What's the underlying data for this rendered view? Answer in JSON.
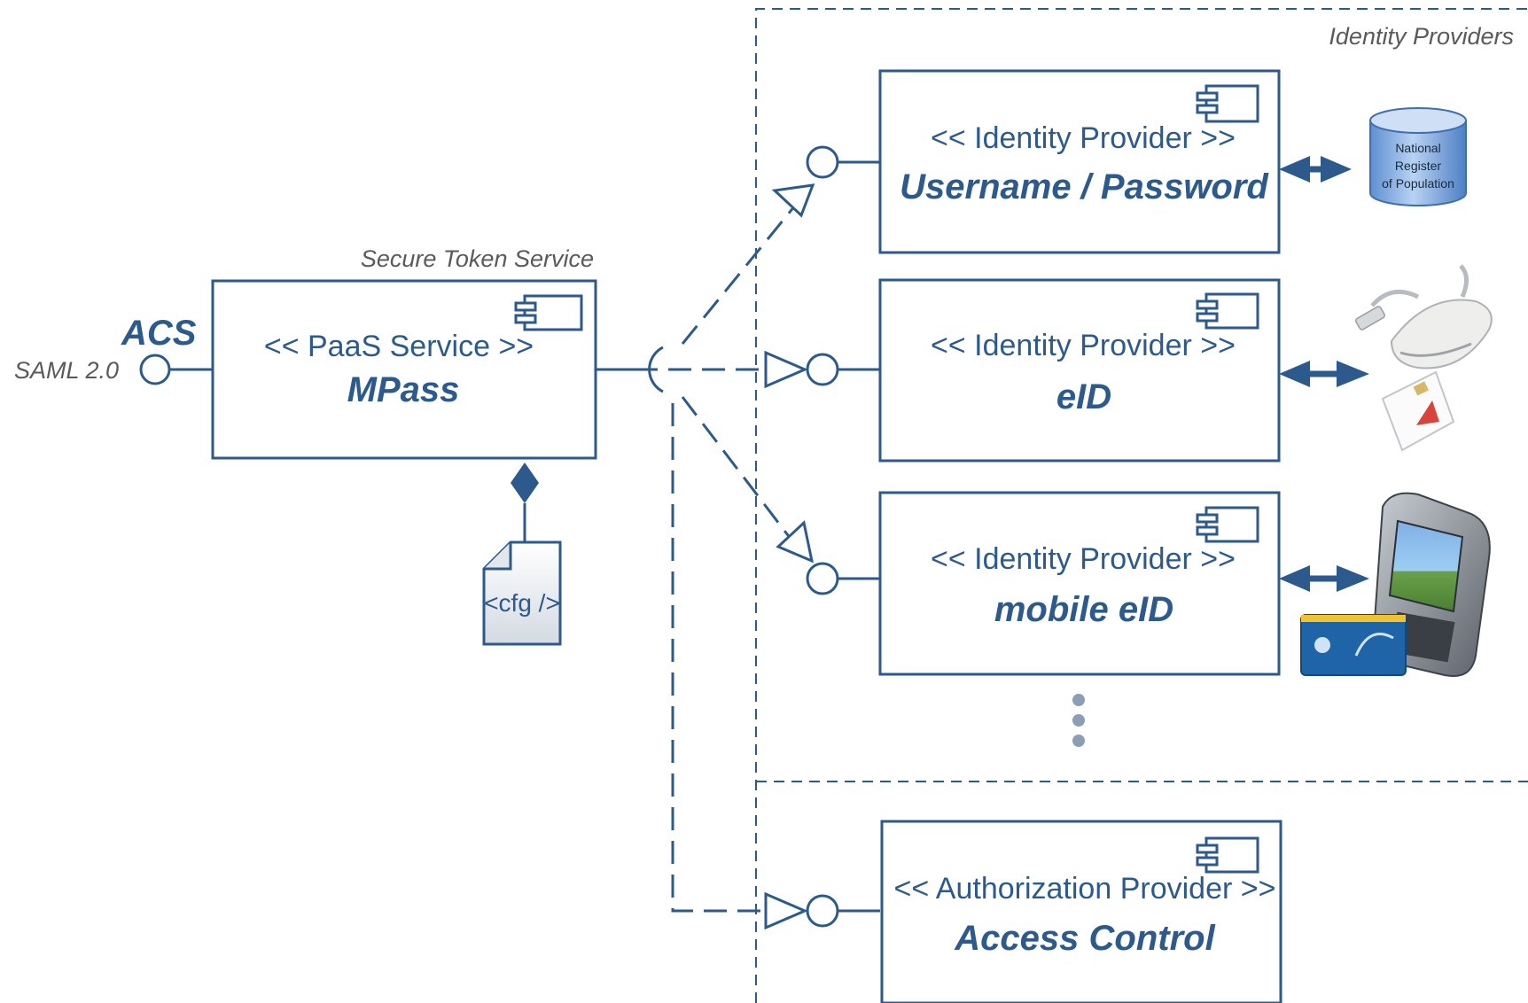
{
  "boundary": {
    "label": "Identity Providers"
  },
  "mpass": {
    "caption": "Secure Token Service",
    "stereotype": "<< PaaS Service >>",
    "name": "MPass",
    "port_label": "ACS",
    "protocol_label": "SAML 2.0",
    "config_label": "<cfg />"
  },
  "providers": [
    {
      "stereotype": "<< Identity Provider >>",
      "name": "Username / Password"
    },
    {
      "stereotype": "<< Identity Provider >>",
      "name": "eID"
    },
    {
      "stereotype": "<< Identity Provider >>",
      "name": "mobile eID"
    }
  ],
  "authorization": {
    "stereotype": "<< Authorization Provider >>",
    "name": "Access Control"
  },
  "database": {
    "lines": [
      "National",
      "Register",
      "of Population"
    ]
  },
  "icons": [
    "component-icon",
    "database-icon",
    "card-reader-icon",
    "smart-card-icon",
    "mobile-phone-icon",
    "config-file-icon"
  ],
  "colors": {
    "accent": "#2c5a8c",
    "stroke": "#2c5a8c"
  }
}
